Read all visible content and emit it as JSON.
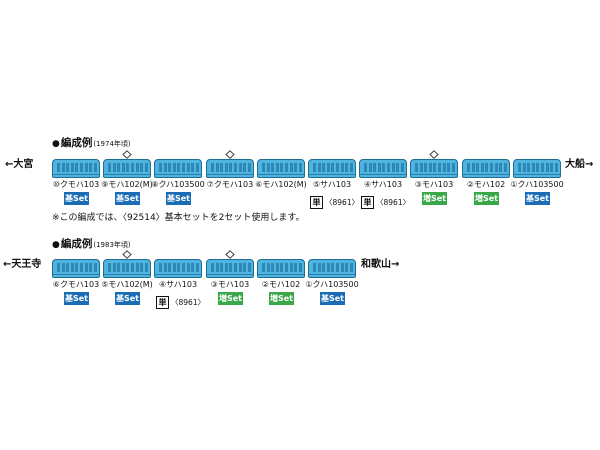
{
  "formation_1974": {
    "title": "編成例",
    "year": "(1974年頃)",
    "left_dir": "←大宮",
    "right_dir": "大船→",
    "cars": [
      {
        "label": "⑩クモハ103",
        "badge": {
          "type": "kihon",
          "text": "基Set"
        }
      },
      {
        "label": "⑨モハ102(M)",
        "badge": {
          "type": "kihon",
          "text": "基Set"
        }
      },
      {
        "label": "⑧クハ103500",
        "badge": {
          "type": "kihon",
          "text": "基Set"
        }
      },
      {
        "label": "⑦クモハ103",
        "badge": null
      },
      {
        "label": "⑥モハ102(M)",
        "badge": null
      },
      {
        "label": "⑤サハ103",
        "badge": {
          "type": "tan",
          "text": "単",
          "part": "〈8961〉"
        }
      },
      {
        "label": "④サハ103",
        "badge": {
          "type": "tan",
          "text": "単",
          "part": "〈8961〉"
        }
      },
      {
        "label": "③モハ103",
        "badge": {
          "type": "zou",
          "text": "増Set"
        }
      },
      {
        "label": "②モハ102",
        "badge": {
          "type": "zou",
          "text": "増Set"
        }
      },
      {
        "label": "①クハ103500",
        "badge": {
          "type": "kihon",
          "text": "基Set"
        }
      }
    ],
    "note": "※この編成では、〈92514〉基本セットを2セット使用します。"
  },
  "formation_1983": {
    "title": "編成例",
    "year": "(1983年頃)",
    "left_dir": "←天王寺",
    "right_dir": "和歌山→",
    "cars": [
      {
        "label": "⑥クモハ103",
        "badge": {
          "type": "kihon",
          "text": "基Set"
        }
      },
      {
        "label": "⑤モハ102(M)",
        "badge": {
          "type": "kihon",
          "text": "基Set"
        }
      },
      {
        "label": "④サハ103",
        "badge": {
          "type": "tan",
          "text": "単",
          "part": "〈8961〉"
        }
      },
      {
        "label": "③モハ103",
        "badge": {
          "type": "zou",
          "text": "増Set"
        }
      },
      {
        "label": "②モハ102",
        "badge": {
          "type": "zou",
          "text": "増Set"
        }
      },
      {
        "label": "①クハ103500",
        "badge": {
          "type": "kihon",
          "text": "基Set"
        }
      }
    ]
  },
  "colors": {
    "car_body": "#4fb5e0",
    "kihon_set": "#1a6db5",
    "zou_set": "#3aa848"
  }
}
